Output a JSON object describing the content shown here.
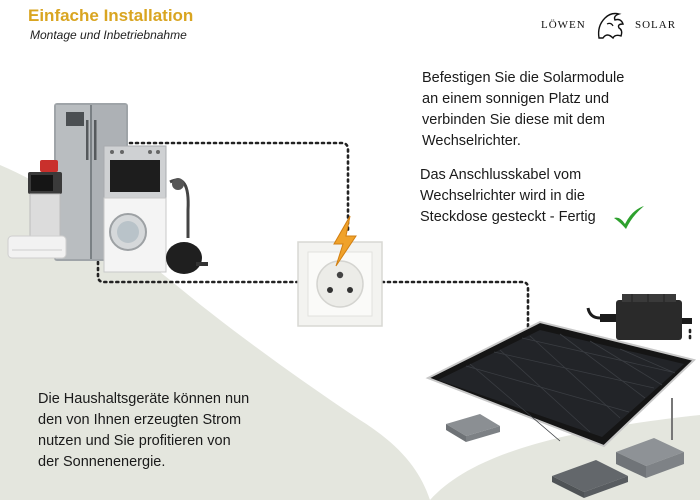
{
  "header": {
    "title": "Einfache Installation",
    "subtitle": "Montage und Inbetriebnahme"
  },
  "logo": {
    "left_text": "LÖWEN",
    "right_text": "SOLAR"
  },
  "texts": {
    "mount_instruction": [
      "Befestigen Sie die Solarmodule",
      "an einem sonnigen Platz und",
      "verbinden Sie diese mit dem",
      "Wechselrichter."
    ],
    "plug_instruction": [
      "Das Anschlusskabel vom",
      "Wechselrichter wird in die",
      "Steckdose gesteckt - Fertig"
    ],
    "benefit": [
      "Die Haushaltsgeräte können nun",
      "den von Ihnen erzeugten Strom",
      "nutzen und Sie profitieren von",
      "der Sonnenenergie."
    ]
  },
  "colors": {
    "title": "#d9a521",
    "background_hill": "#e4e6de",
    "check": "#2ea12e",
    "lightning": "#f0a22a"
  },
  "icons": {
    "check": "checkmark-icon",
    "socket": "power-socket-icon",
    "lightning": "lightning-bolt-icon"
  }
}
